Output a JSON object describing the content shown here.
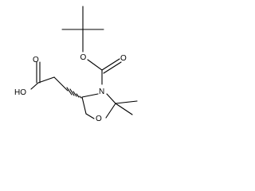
{
  "molecule": {
    "atoms": {
      "carbonyl_o_boc": "O",
      "ester_o_boc": "O",
      "ring_n": "N",
      "ring_o": "O",
      "carbonyl_o_acid": "O",
      "hydroxyl": "HO"
    },
    "stereo_bond": "hashed-wedge",
    "colors": {
      "bond": "#000000",
      "background": "#ffffff"
    }
  }
}
